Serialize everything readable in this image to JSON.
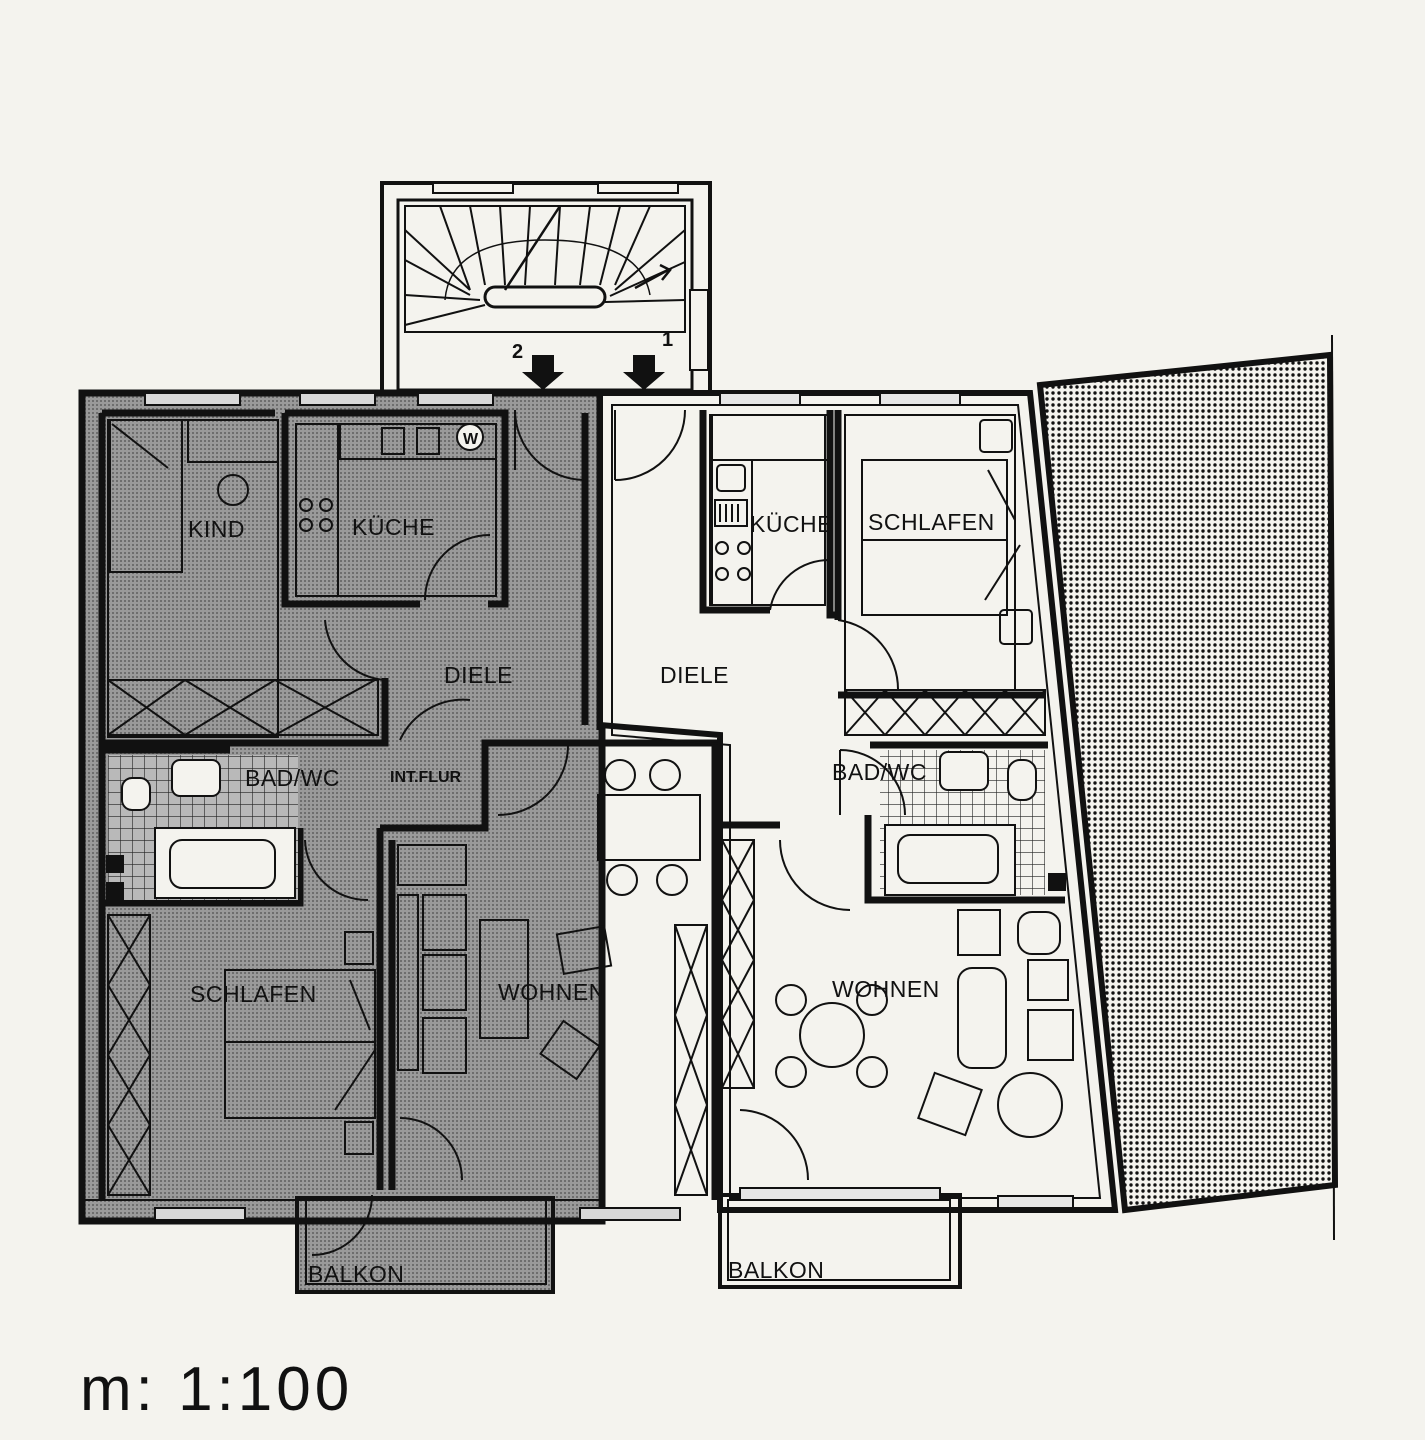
{
  "rooms": {
    "left_kind": "KIND",
    "left_kueche": "KÜCHE",
    "left_diele": "DIELE",
    "left_bad": "BAD/WC",
    "left_int_flur": "INT.FLUR",
    "left_schlafen": "SCHLAFEN",
    "left_wohnen": "WOHNEN",
    "left_balkon": "BALKON",
    "right_kueche": "KÜCHE",
    "right_schlafen": "SCHLAFEN",
    "right_diele": "DIELE",
    "right_bad": "BAD/WC",
    "right_wohnen": "WOHNEN",
    "right_balkon": "BALKON"
  },
  "stair": {
    "entry_1": "1",
    "entry_2": "2",
    "washer_symbol": "W"
  },
  "scale_label": "m: 1:100",
  "colors": {
    "paper": "#f4f3ee",
    "ink": "#111111",
    "shade": "#8c8c8c"
  }
}
